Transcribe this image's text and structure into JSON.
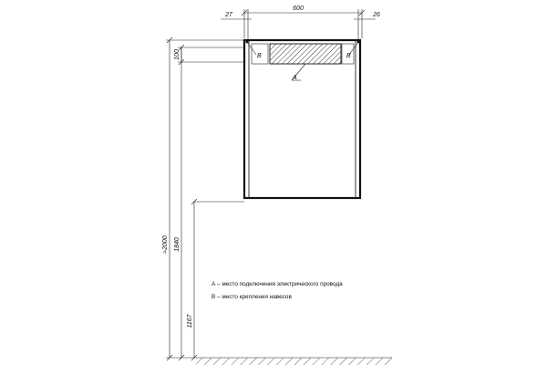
{
  "dimensions": {
    "offset_left": "27",
    "width": "600",
    "offset_right": "26",
    "top_zone_height": "100",
    "total_height": "≈2000",
    "mount_height": "1840",
    "bottom_height": "1167"
  },
  "markers": {
    "a": "А",
    "b_left": "В",
    "b_right": "В"
  },
  "legend": {
    "item_a": "А – место подключения электрического провода",
    "item_b": "В – место крепления навесов"
  },
  "colors": {
    "line": "#111111",
    "background": "#ffffff"
  }
}
